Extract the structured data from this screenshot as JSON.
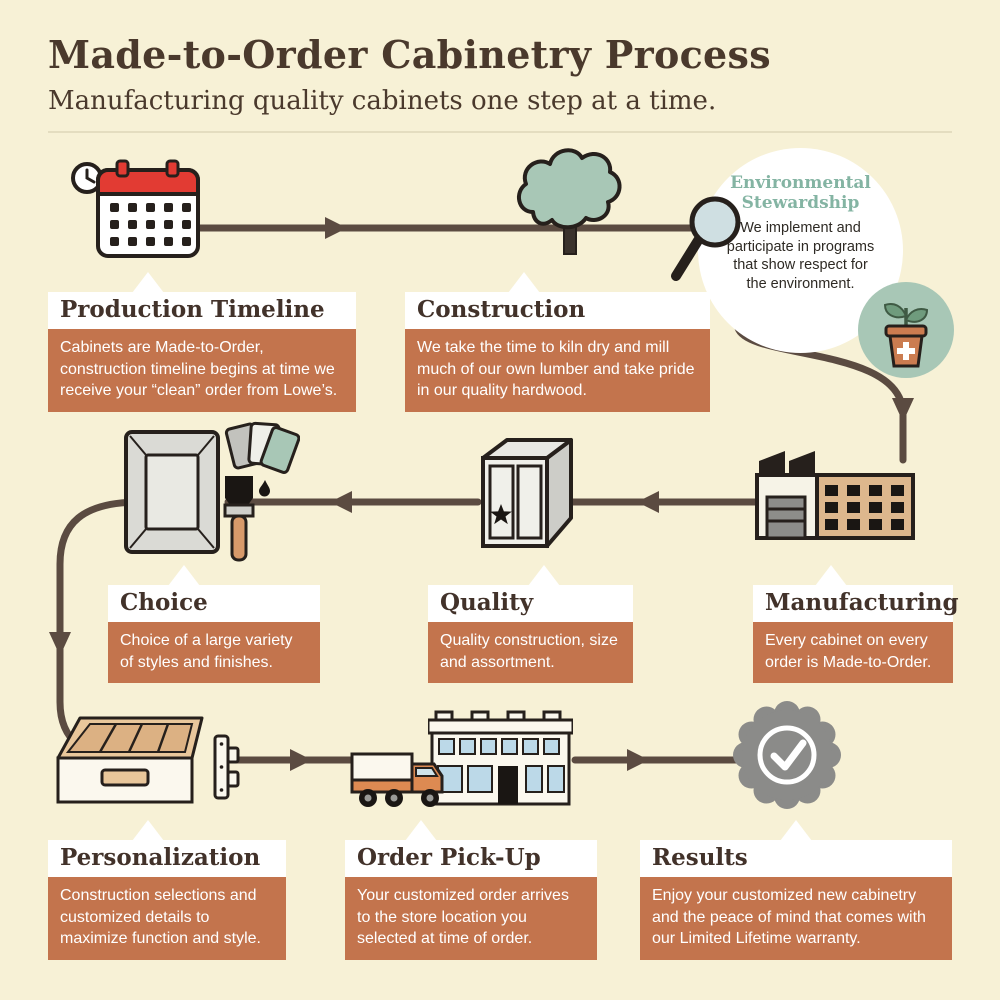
{
  "colors": {
    "background": "#f7f1d6",
    "heading_brown": "#4a392c",
    "accent_orange": "#c3744d",
    "teal": "#a8c7b6",
    "env_title_teal": "#84b4a3",
    "flow_line_brown": "#5b4b41",
    "label_bg": "#ffffff"
  },
  "header": {
    "title": "Made-to-Order Cabinetry Process",
    "subtitle": "Manufacturing quality cabinets one step at a time."
  },
  "env_bubble": {
    "title_line1": "Environmental",
    "title_line2": "Stewardship",
    "body": "We implement and participate in programs that show respect for the environment.",
    "icons": "magnifier-icon, plant-pot-icon"
  },
  "steps": {
    "production_timeline": {
      "title": "Production Timeline",
      "desc": "Cabinets are Made-to-Order, construction timeline begins at time we receive your “clean” order from Lowe’s.",
      "icon": "calendar-clock-icon"
    },
    "construction": {
      "title": "Construction",
      "desc": "We take the time to kiln dry and mill much of our own lumber and take pride in our quality hardwood.",
      "icon": "tree-icon"
    },
    "manufacturing": {
      "title": "Manufacturing",
      "desc": "Every cabinet on every order is Made-to-Order.",
      "icon": "factory-icon"
    },
    "quality": {
      "title": "Quality",
      "desc": "Quality construction, size and assortment.",
      "icon": "cabinet-star-icon"
    },
    "choice": {
      "title": "Choice",
      "desc": "Choice of a large variety of styles and finishes.",
      "icon": "door-swatches-paintbrush-icon"
    },
    "personalization": {
      "title": "Personalization",
      "desc": "Construction selections and customized details to maximize function and style.",
      "icon": "drawer-hinge-icon"
    },
    "order_pickup": {
      "title": "Order Pick-Up",
      "desc": "Your customized order arrives to the store location you selected at time of order.",
      "icon": "truck-store-icon"
    },
    "results": {
      "title": "Results",
      "desc": "Enjoy your customized new cabinetry and the peace of mind that comes with our Limited Lifetime warranty.",
      "icon": "ribbon-badge-check-icon"
    }
  }
}
